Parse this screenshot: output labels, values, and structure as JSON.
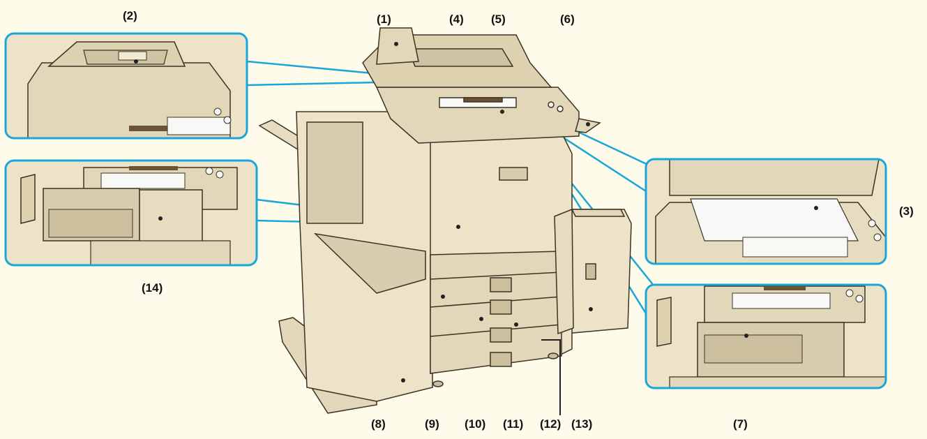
{
  "callouts": {
    "c1": "(1)",
    "c2": "(2)",
    "c3": "(3)",
    "c4": "(4)",
    "c5": "(5)",
    "c6": "(6)",
    "c7": "(7)",
    "c8": "(8)",
    "c9": "(9)",
    "c10": "(10)",
    "c11": "(11)",
    "c12": "(12)",
    "c13": "(13)",
    "c14": "(14)"
  },
  "colors": {
    "background": "#fefbea",
    "leader_lines": "#1aa6d9",
    "body_main": "#ece3c8",
    "body_shadow": "#c9bfa2",
    "outline": "#3b3324",
    "inset_border": "#1aa6d9",
    "glass": "#f8f8f6",
    "dark_slot": "#6b5434"
  }
}
